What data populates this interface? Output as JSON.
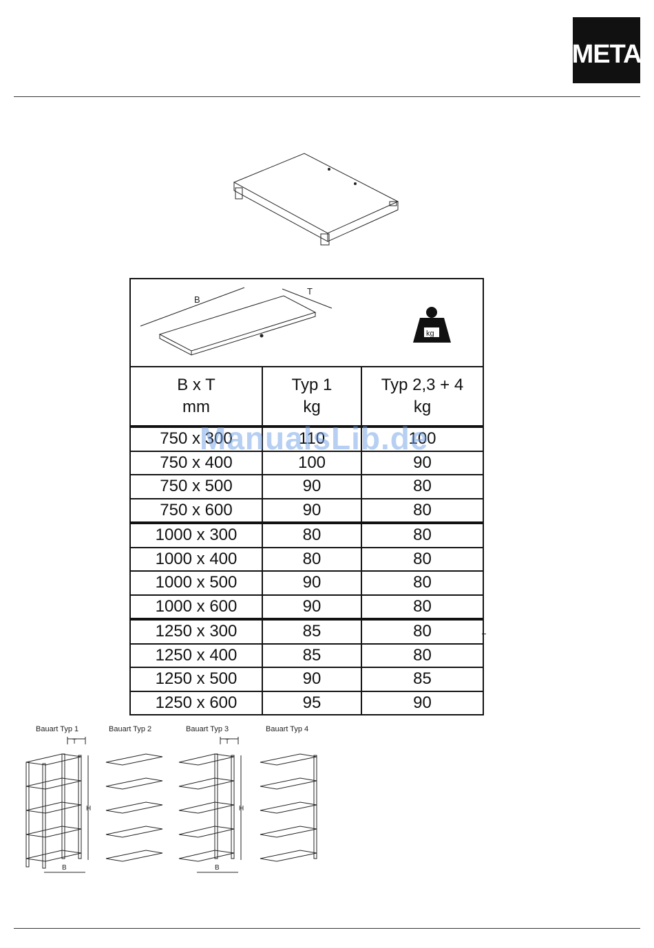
{
  "brand": {
    "logo_text": "META"
  },
  "load_table": {
    "header": {
      "col1_line1": "B x T",
      "col1_line2": "mm",
      "col2_line1": "Typ 1",
      "col2_line2": "kg",
      "col3_line1": "Typ 2,3 + 4",
      "col3_line2": "kg"
    },
    "diagram": {
      "label_b": "B",
      "label_t": "T",
      "weight_icon_text": "kg"
    },
    "rows": [
      {
        "size": "750 x 300",
        "typ1": "110",
        "typ234": "100"
      },
      {
        "size": "750 x 400",
        "typ1": "100",
        "typ234": "90"
      },
      {
        "size": "750 x 500",
        "typ1": "90",
        "typ234": "80"
      },
      {
        "size": "750 x 600",
        "typ1": "90",
        "typ234": "80"
      },
      {
        "size": "1000 x 300",
        "typ1": "80",
        "typ234": "80"
      },
      {
        "size": "1000 x 400",
        "typ1": "80",
        "typ234": "80"
      },
      {
        "size": "1000 x 500",
        "typ1": "90",
        "typ234": "80"
      },
      {
        "size": "1000 x 600",
        "typ1": "90",
        "typ234": "80"
      },
      {
        "size": "1250 x 300",
        "typ1": "85",
        "typ234": "80"
      },
      {
        "size": "1250 x 400",
        "typ1": "85",
        "typ234": "80"
      },
      {
        "size": "1250 x 500",
        "typ1": "90",
        "typ234": "85"
      },
      {
        "size": "1250 x 600",
        "typ1": "95",
        "typ234": "90"
      }
    ]
  },
  "bauart": {
    "typ1": {
      "label": "Bauart Typ 1",
      "t": "T",
      "h": "H",
      "b": "B"
    },
    "typ2": {
      "label": "Bauart Typ 2"
    },
    "typ3": {
      "label": "Bauart Typ 3",
      "t": "T",
      "h": "H",
      "b": "B"
    },
    "typ4": {
      "label": "Bauart Typ 4"
    }
  },
  "watermark": "ManualsLib.de"
}
